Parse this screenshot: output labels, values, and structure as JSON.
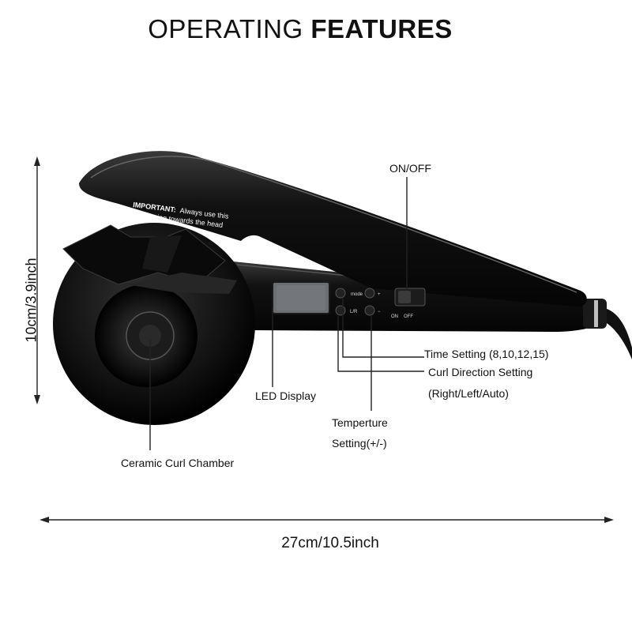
{
  "title": {
    "part1": "OPERATING",
    "part2": "FEATURES"
  },
  "device": {
    "important_strong": "IMPORTANT:",
    "important_rest": "Always use this",
    "important_line2": "side facing towards the head",
    "btn_mode": "mode",
    "btn_lr": "L/R",
    "btn_plus": "+",
    "btn_minus": "−",
    "switch_on": "ON",
    "switch_off": "OFF"
  },
  "labels": {
    "on_off": "ON/OFF",
    "time_setting": "Time Setting (8,10,12,15)",
    "curl_direction_1": "Curl Direction Setting",
    "curl_direction_2": "(Right/Left/Auto)",
    "led_display": "LED Display",
    "temperature_1": "Temperture",
    "temperature_2": "Setting(+/-)",
    "ceramic_chamber": "Ceramic Curl Chamber"
  },
  "dimensions": {
    "height": "10cm/3.9inch",
    "width": "27cm/10.5inch"
  },
  "colors": {
    "device_body": "#0b0b0b",
    "device_highlight": "#3a3a3a",
    "lcd": "#6b6f72",
    "lines": "#222222"
  }
}
